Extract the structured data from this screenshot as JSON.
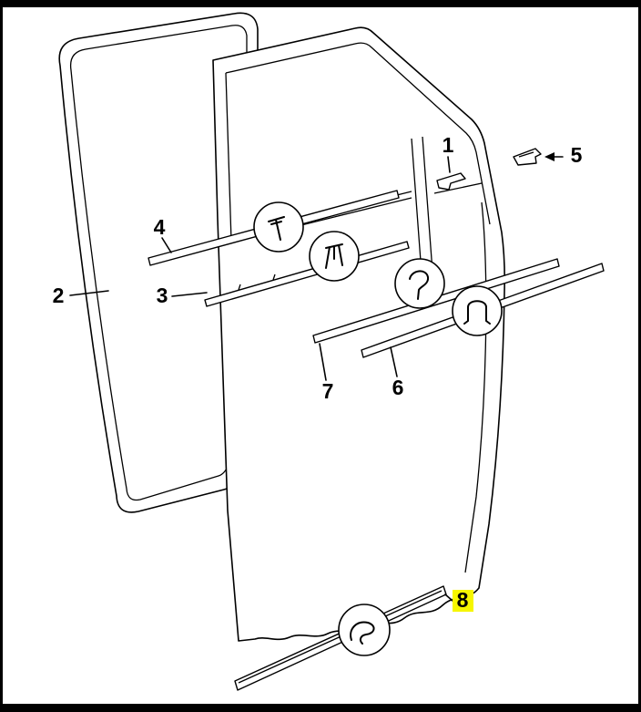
{
  "page": {
    "background_color": "#ffffff",
    "border_color": "#000000"
  },
  "diagram": {
    "kind": "car-rear-door-mouldings-parts-diagram",
    "highlight_color": "#f6f600",
    "callouts": [
      {
        "num": "1",
        "highlighted": false
      },
      {
        "num": "2",
        "highlighted": false
      },
      {
        "num": "3",
        "highlighted": false
      },
      {
        "num": "4",
        "highlighted": false
      },
      {
        "num": "5",
        "highlighted": false
      },
      {
        "num": "6",
        "highlighted": false
      },
      {
        "num": "7",
        "highlighted": false
      },
      {
        "num": "8",
        "highlighted": true
      }
    ],
    "fastener_icons": [
      {
        "name": "screw-pin-icon"
      },
      {
        "name": "expanding-rivet-icon"
      },
      {
        "name": "hook-clip-icon"
      },
      {
        "name": "u-clip-icon"
      },
      {
        "name": "sill-clip-icon"
      }
    ]
  }
}
